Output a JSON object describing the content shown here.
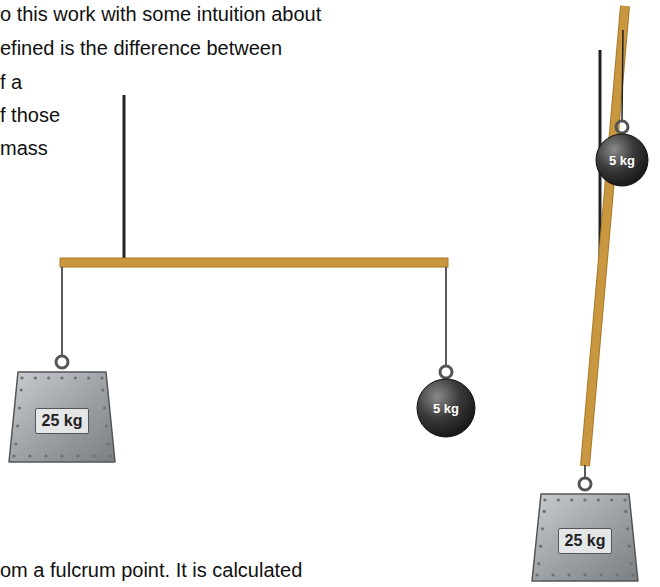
{
  "diagram": {
    "nodes": [
      {
        "text": [
          "5 kg"
        ]
      },
      {
        "text": [
          "25 kg"
        ]
      },
      {
        "text": [
          "5 kg"
        ]
      },
      {
        "text": [
          "25 kg"
        ]
      }
    ],
    "labels": [
      "o this work with some intuition about",
      "efined is the difference between",
      "f a",
      "f those",
      "mass",
      "om a fulcrum point. It is calculated"
    ]
  }
}
